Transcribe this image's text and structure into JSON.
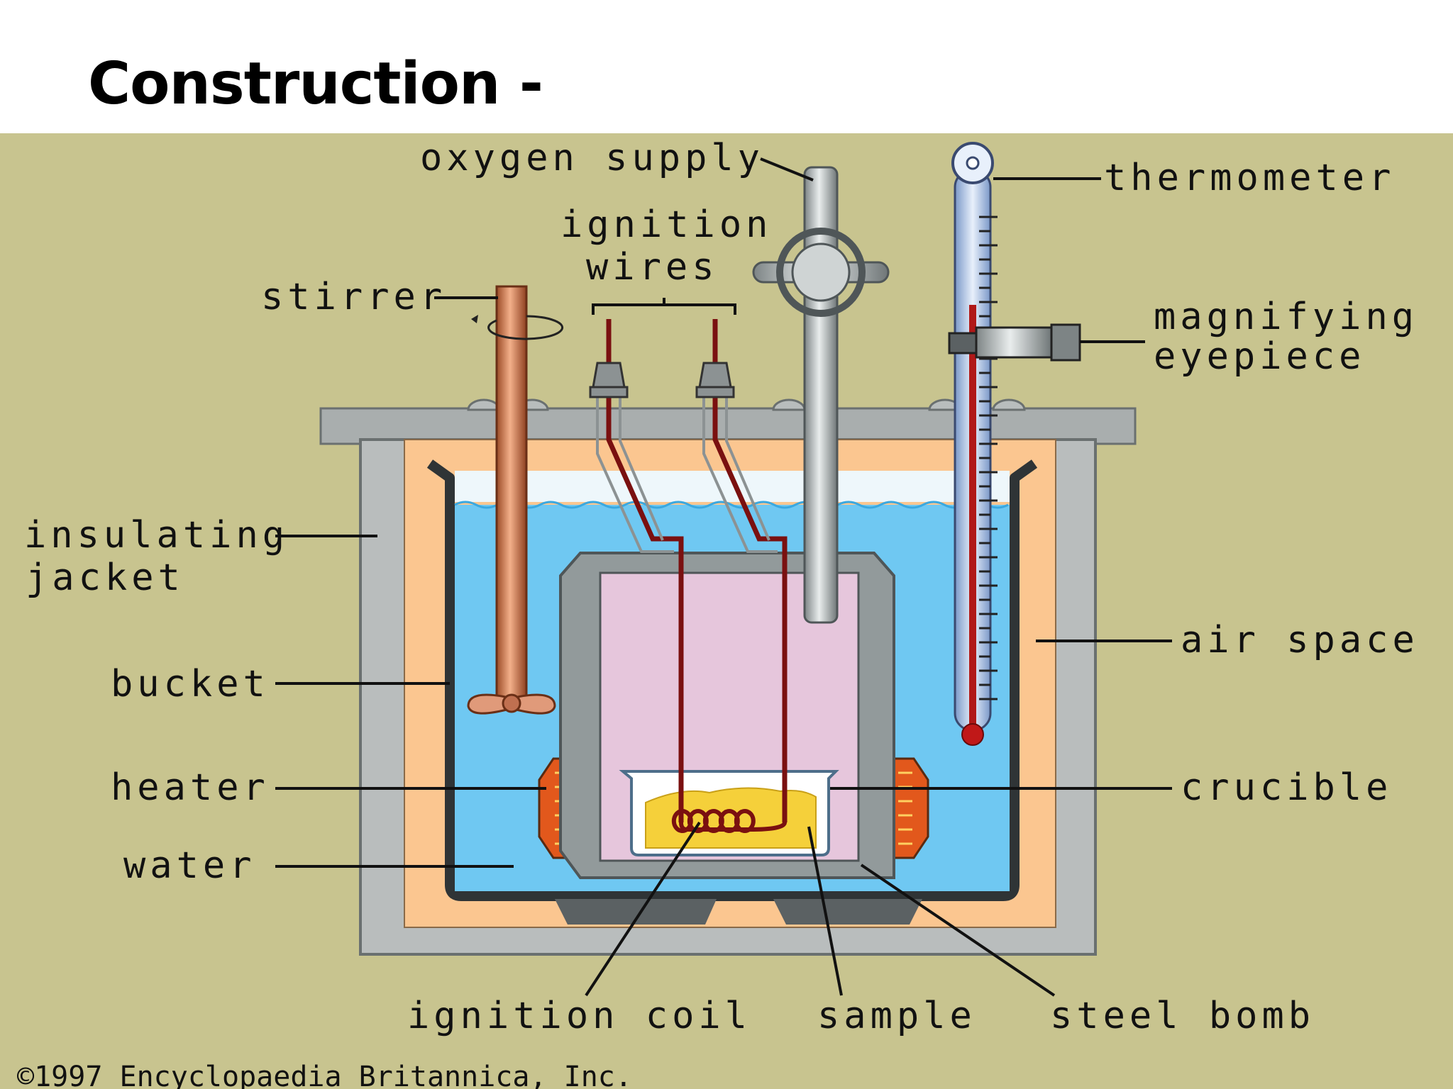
{
  "slide": {
    "title": "Construction -"
  },
  "diagram": {
    "labels": {
      "oxygen_supply": "oxygen supply",
      "thermometer": "thermometer",
      "ignition_wires_1": "ignition",
      "ignition_wires_2": "wires",
      "stirrer": "stirrer",
      "magnifying_eyepiece_1": "magnifying",
      "magnifying_eyepiece_2": "eyepiece",
      "insulating_jacket_1": "insulating",
      "insulating_jacket_2": "jacket",
      "bucket": "bucket",
      "air_space": "air space",
      "heater": "heater",
      "crucible": "crucible",
      "water": "water",
      "ignition_coil": "ignition coil",
      "sample": "sample",
      "steel_bomb": "steel bomb"
    },
    "credit": "©1997 Encyclopaedia Britannica, Inc.",
    "colors": {
      "background": "#c8c48f",
      "water": "#6fc8f2",
      "air_space": "#fbc690",
      "jacket": "#b9bdbd",
      "bomb_interior": "#e6c6dc",
      "heater": "#e2581c",
      "stirrer": "#d88a5c",
      "sample": "#f5d03a"
    }
  }
}
